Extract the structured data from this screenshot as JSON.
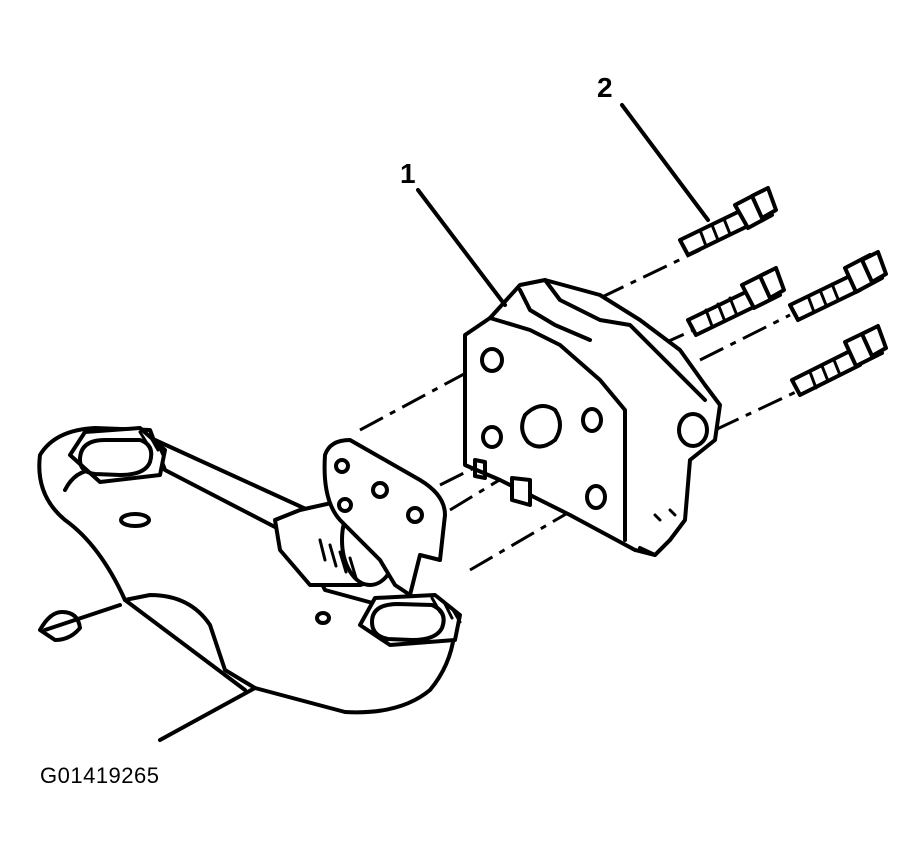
{
  "callouts": [
    {
      "id": "1",
      "label": "1"
    },
    {
      "id": "2",
      "label": "2"
    }
  ],
  "figure_code": "G01419265",
  "colors": {
    "ink": "#000000",
    "background": "#ffffff"
  }
}
